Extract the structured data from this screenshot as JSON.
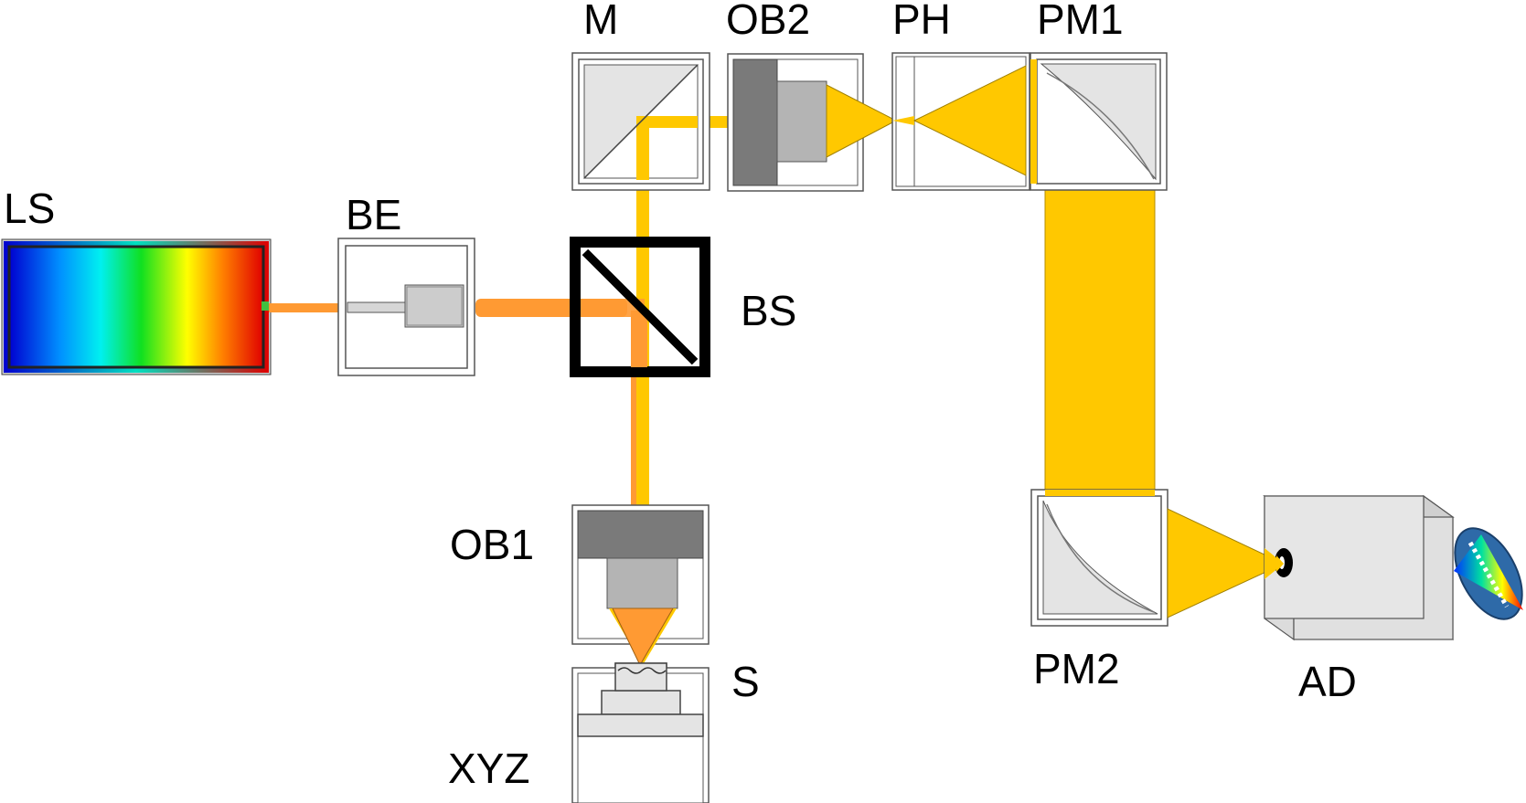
{
  "labels": {
    "ls": "LS",
    "be": "BE",
    "m": "M",
    "ob2": "OB2",
    "ph": "PH",
    "pm1": "PM1",
    "bs": "BS",
    "ob1": "OB1",
    "s": "S",
    "xyz": "XYZ",
    "pm2": "PM2",
    "ad": "AD"
  },
  "colors": {
    "excitation_beam": "#FF9A33",
    "signal_beam": "#FFC800",
    "component_fill": "#E4E4E4",
    "objective_dark": "#7A7A7A",
    "objective_mid": "#B4B4B4",
    "splitter_frame": "#000000"
  }
}
